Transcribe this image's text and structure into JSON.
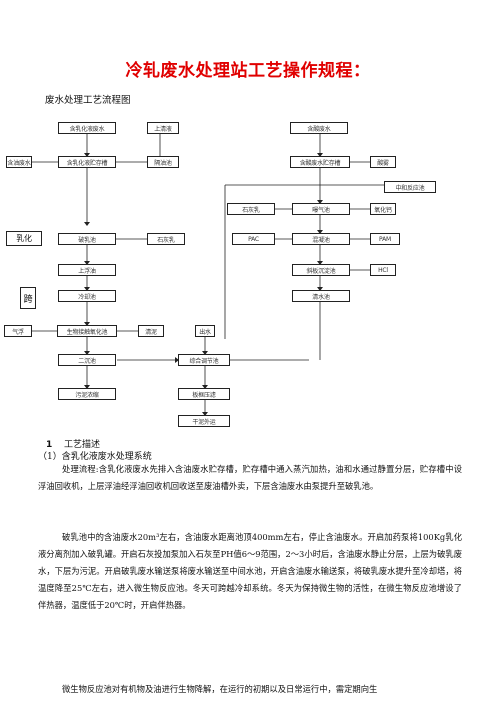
{
  "title": "冷轧废水处理站工艺操作规程：",
  "subtitle": "废水处理工艺流程图",
  "flow": {
    "b1": "含乳化液废水",
    "b2": "上清液",
    "b3": "含油废水",
    "b4": "含乳化液贮存槽",
    "b5": "隔油池",
    "b6": "含酸废水",
    "b7": "含酸废水贮存槽",
    "b8": "酸雾",
    "b9": "中和反应池",
    "b10": "石灰乳",
    "b11": "曝气池",
    "b12": "氧化钙",
    "b13": "乳化",
    "b14": "破乳池",
    "b15": "石灰乳",
    "b16": "PAC",
    "b17": "混凝池",
    "b18": "PAM",
    "b19": "上浮油",
    "b20": "斜板沉淀池",
    "b21": "HCl",
    "b22": "跨",
    "b23": "冷却池",
    "b24": "清水池",
    "b25": "气浮",
    "b26": "生物接触氧化池",
    "b27": "清泥",
    "b28": "出水",
    "b29": "二沉池",
    "b30": "综合调节池",
    "b31": "污泥浓缩",
    "b32": "板框压滤",
    "b33": "干泥外运"
  },
  "section": {
    "num": "1",
    "heading": "工艺描述"
  },
  "sub1": "（1）含乳化液废水处理系统",
  "paragraphs": [
    "处理流程:含乳化液废水先排入含油废水贮存槽，贮存槽中通入蒸汽加热，油和水通过静置分层，贮存槽中设浮油回收机，上层浮油经浮油回收机回收送至废油槽外卖，下层含油废水由泵提升至破乳池。",
    "破乳池中的含油废水20m³左右，含油废水距离池顶400mm左右，停止含油废水。开启加药泵将100Kg乳化液分离剂加入破乳罐。开启石灰投加泵加入石灰至PH值6～9范围，2～3小时后，含油废水静止分层，上层为破乳废水，下层为污泥。开启破乳废水输送泵将废水输送至中间水池，开启含油废水输送泵，将破乳废水提升至冷却塔，将温度降至25℃左右，进入微生物反应池。冬天可跨越冷却系统。冬天为保持微生物的活性，在微生物反应池增设了伴热器，温度低于20℃时，开启伴热器。",
    "微生物反应池对有机物及油进行生物降解，在运行的初期以及日常运行中，需定期向生"
  ]
}
